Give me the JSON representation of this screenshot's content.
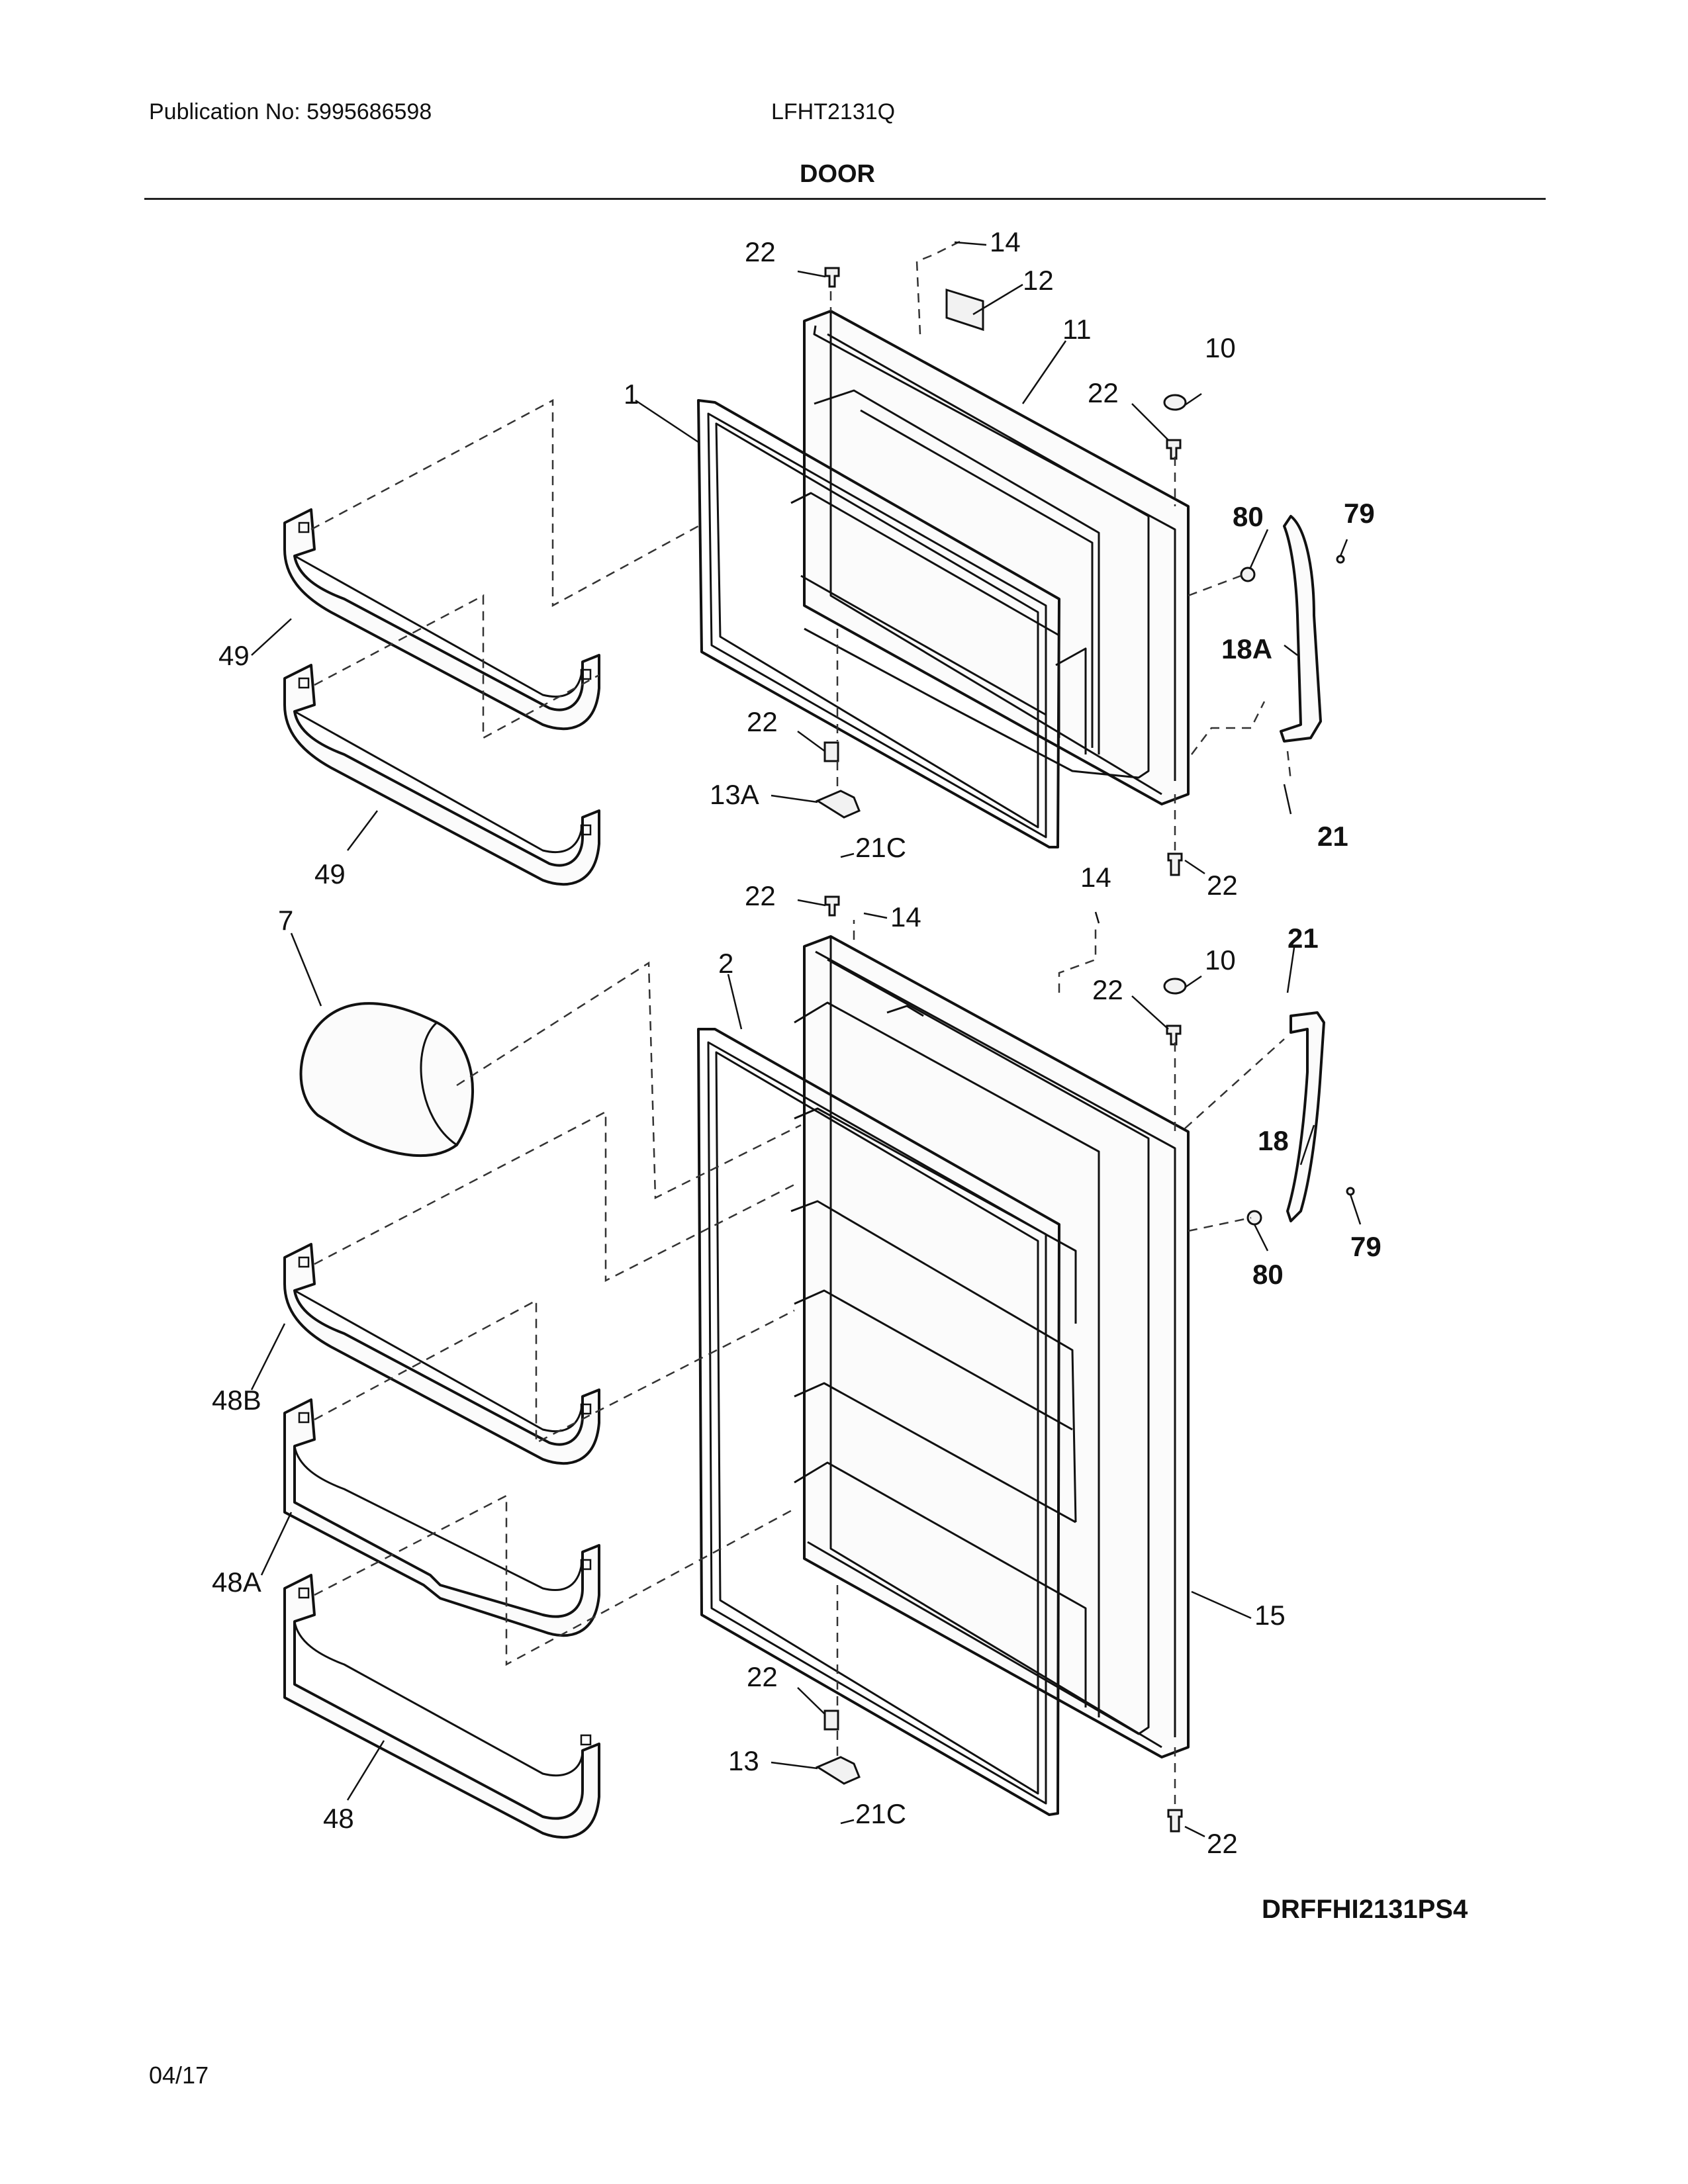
{
  "header": {
    "publication": "Publication No: 5995686598",
    "model": "LFHT2131Q",
    "section_title": "DOOR"
  },
  "footer": {
    "diagram_code": "DRFFHI2131PS4",
    "date": "04/17"
  },
  "callouts": {
    "c1": "1",
    "c2": "2",
    "c7": "7",
    "c10a": "10",
    "c10b": "10",
    "c11": "11",
    "c12": "12",
    "c13": "13",
    "c13a": "13A",
    "c14a": "14",
    "c14b": "14",
    "c14c": "14",
    "c15": "15",
    "c18": "18",
    "c18a": "18A",
    "c21a": "21",
    "c21b": "21",
    "c21c1": "21C",
    "c21c2": "21C",
    "c22a": "22",
    "c22b": "22",
    "c22c": "22",
    "c22d": "22",
    "c22e": "22",
    "c22f": "22",
    "c22g": "22",
    "c22h": "22",
    "c48": "48",
    "c48a": "48A",
    "c48b": "48B",
    "c49a": "49",
    "c49b": "49",
    "c79a": "79",
    "c79b": "79",
    "c80a": "80",
    "c80b": "80"
  }
}
